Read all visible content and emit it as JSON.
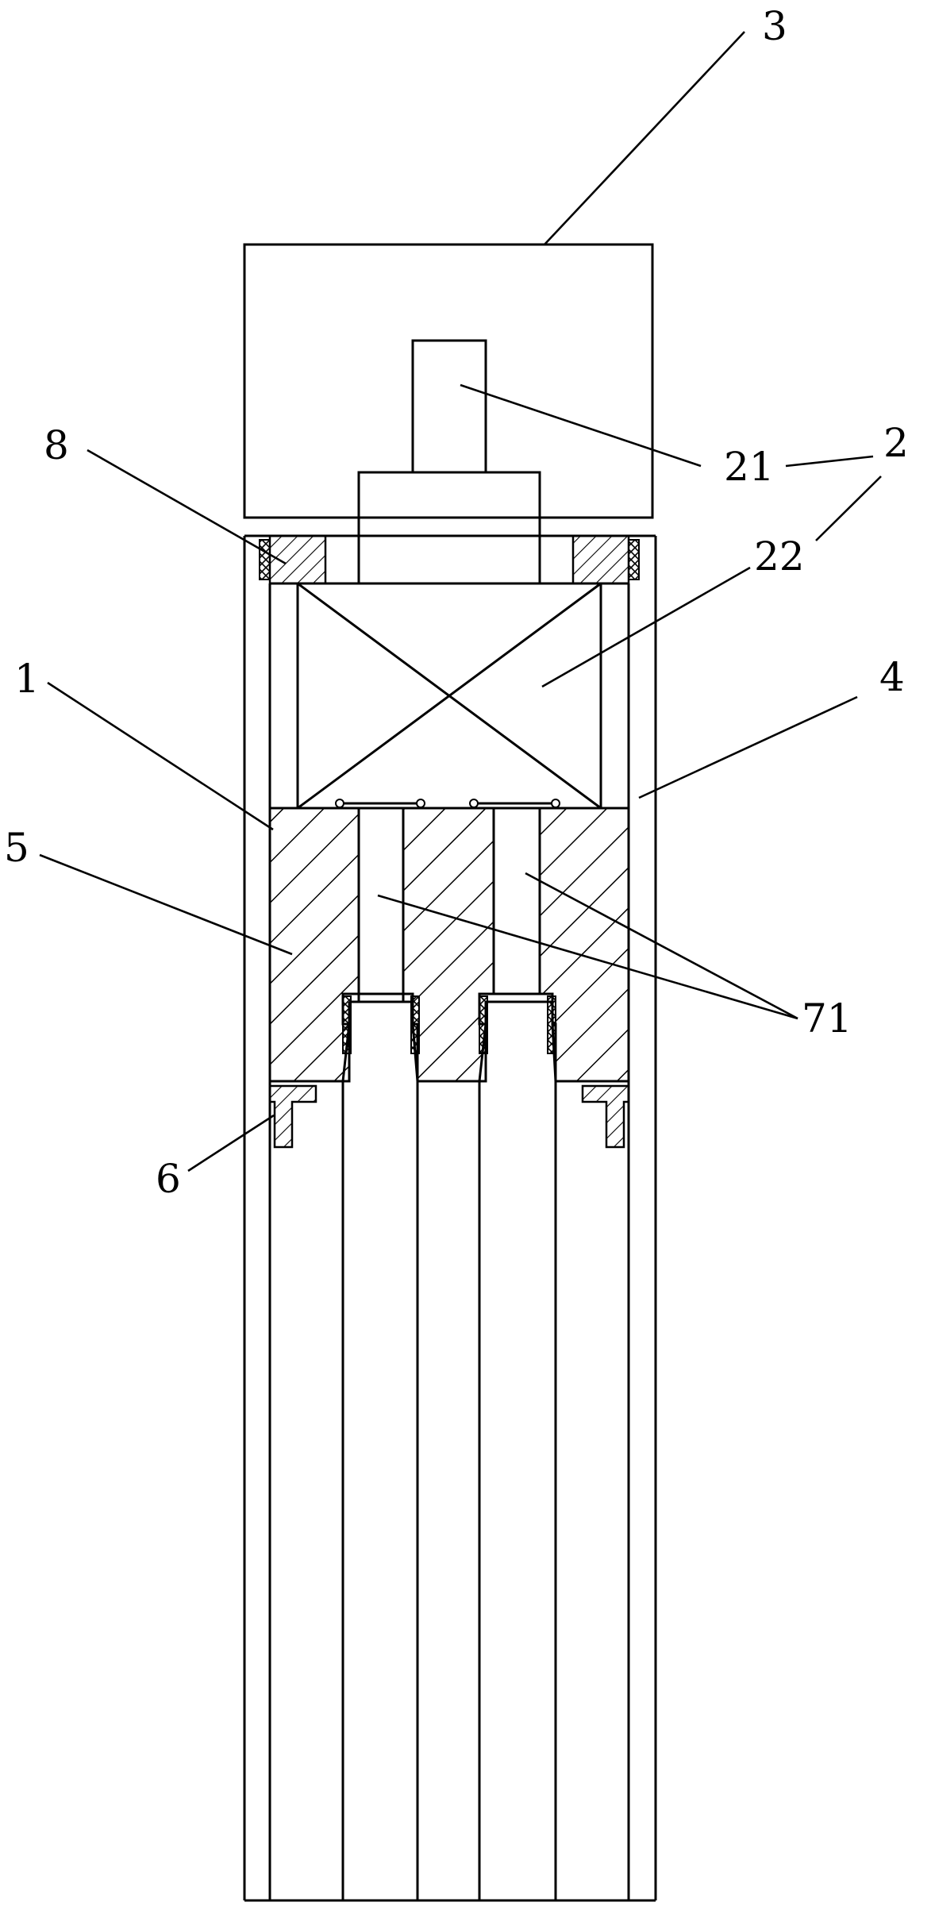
{
  "labels": {
    "l3": "3",
    "l21": "21",
    "l2": "2",
    "l22": "22",
    "l8": "8",
    "l1": "1",
    "l4": "4",
    "l5": "5",
    "l71": "71",
    "l6": "6"
  }
}
